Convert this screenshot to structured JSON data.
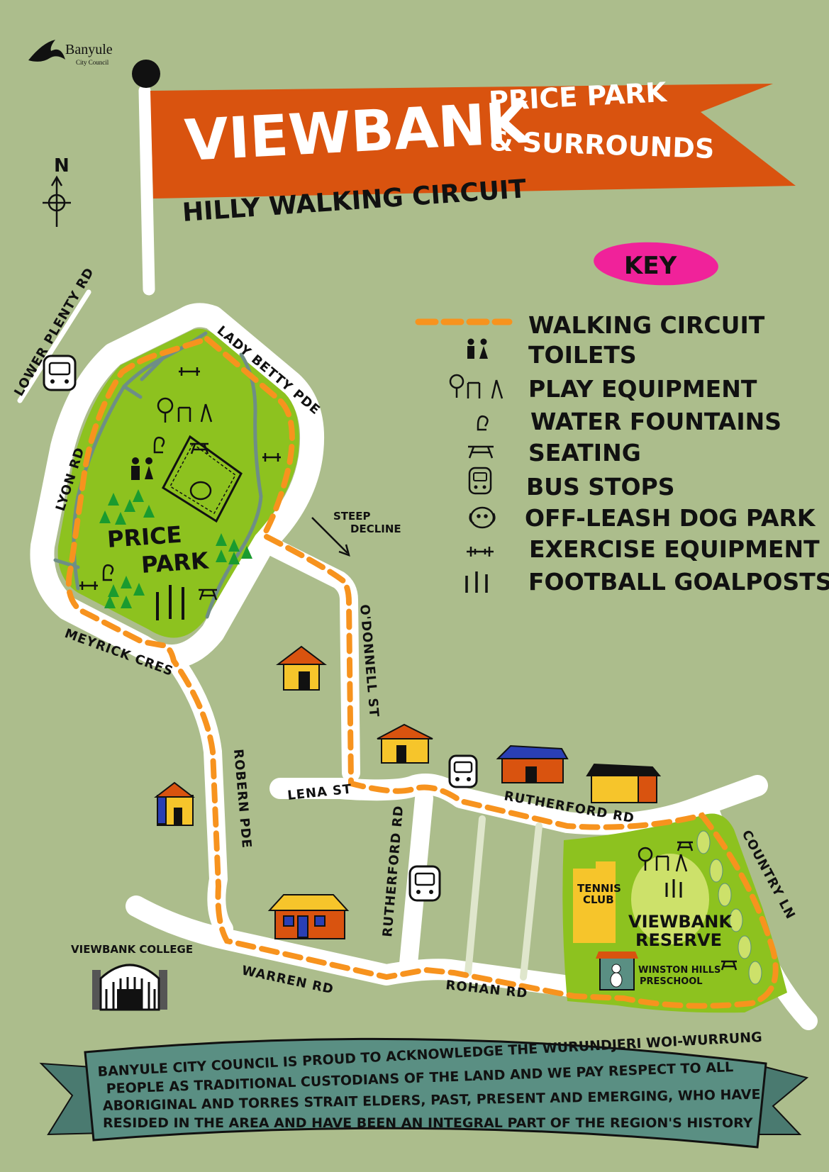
{
  "logo": {
    "name": "Banyule",
    "subtitle": "City Council"
  },
  "compass": {
    "label": "N"
  },
  "title": {
    "main": "VIEWBANK",
    "sub_line1": "PRICE PARK",
    "sub_line2": "& SURROUNDS",
    "subtitle": "HILLY WALKING CIRCUIT"
  },
  "key": {
    "heading": "KEY",
    "items": [
      {
        "icon": "walking-circuit-line",
        "label": "WALKING CIRCUIT"
      },
      {
        "icon": "toilets-icon",
        "label": "TOILETS"
      },
      {
        "icon": "play-equipment-icon",
        "label": "PLAY EQUIPMENT"
      },
      {
        "icon": "water-fountain-icon",
        "label": "WATER FOUNTAINS"
      },
      {
        "icon": "seating-icon",
        "label": "SEATING"
      },
      {
        "icon": "bus-stop-icon",
        "label": "BUS STOPS"
      },
      {
        "icon": "dog-park-icon",
        "label": "OFF-LEASH DOG PARK"
      },
      {
        "icon": "exercise-equipment-icon",
        "label": "EXERCISE EQUIPMENT"
      },
      {
        "icon": "football-goalposts-icon",
        "label": "FOOTBALL GOALPOSTS"
      }
    ]
  },
  "streets": {
    "lower_plenty": "LOWER PLENTY RD",
    "lady_betty": "LADY BETTY PDE",
    "lyon": "LYON RD",
    "meyrick": "MEYRICK CRES",
    "odonnell": "O'DONNELL ST",
    "robern": "ROBERN PDE",
    "lena": "LENA ST",
    "rutherford_h": "RUTHERFORD RD",
    "rutherford_v": "RUTHERFORD RD",
    "country": "COUNTRY LN",
    "warren": "WARREN RD",
    "rohan": "ROHAN RD"
  },
  "places": {
    "price_park_1": "PRICE",
    "price_park_2": "PARK",
    "steep_1": "STEEP",
    "steep_2": "DECLINE",
    "college": "VIEWBANK COLLEGE",
    "tennis_1": "TENNIS",
    "tennis_2": "CLUB",
    "reserve_1": "VIEWBANK",
    "reserve_2": "RESERVE",
    "preschool_1": "WINSTON HILLS",
    "preschool_2": "PRESCHOOL"
  },
  "acknowledgement": {
    "lines": [
      "BANYULE CITY COUNCIL IS PROUD TO ACKNOWLEDGE THE WURUNDJERI WOI-WURRUNG",
      "PEOPLE AS TRADITIONAL CUSTODIANS OF THE LAND AND WE PAY RESPECT TO ALL",
      "ABORIGINAL AND TORRES STRAIT ELDERS, PAST, PRESENT AND EMERGING, WHO HAVE",
      "RESIDED IN THE AREA AND HAVE BEEN AN INTEGRAL PART OF THE REGION'S HISTORY"
    ]
  },
  "colors": {
    "background": "#acbd8c",
    "banner": "#d9530f",
    "park": "#8dc21f",
    "path": "#6e8e86",
    "walking_circuit": "#f7931e",
    "key_highlight": "#f0229a",
    "acknowledgement_banner": "#5a8f83"
  }
}
